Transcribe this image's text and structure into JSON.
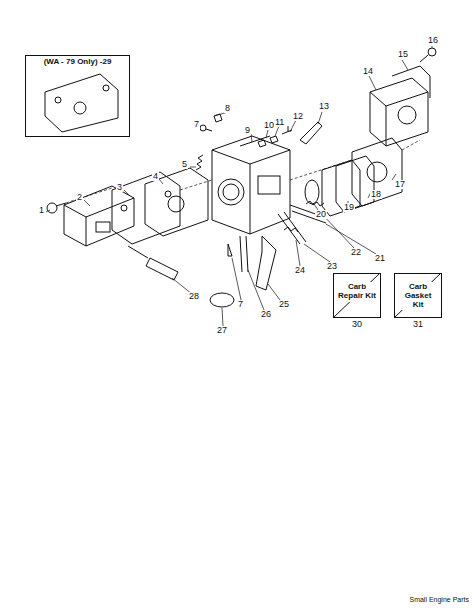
{
  "diagram": {
    "nodes": [
      {
        "text": [
          "(WA - 79 Only) -29"
        ]
      },
      {
        "text": [
          "Carb Repair Kit",
          "30"
        ]
      },
      {
        "text": [
          "Carb Gasket Kit",
          "31"
        ]
      }
    ],
    "labels": [
      "1",
      "2",
      "3",
      "4",
      "5",
      "7",
      "8",
      "9",
      "10",
      "11",
      "12",
      "13",
      "14",
      "15",
      "16",
      "17",
      "18",
      "19",
      "20",
      "21",
      "22",
      "23",
      "24",
      "25",
      "26",
      "7",
      "27",
      "28",
      "Small Engine Parts"
    ]
  }
}
